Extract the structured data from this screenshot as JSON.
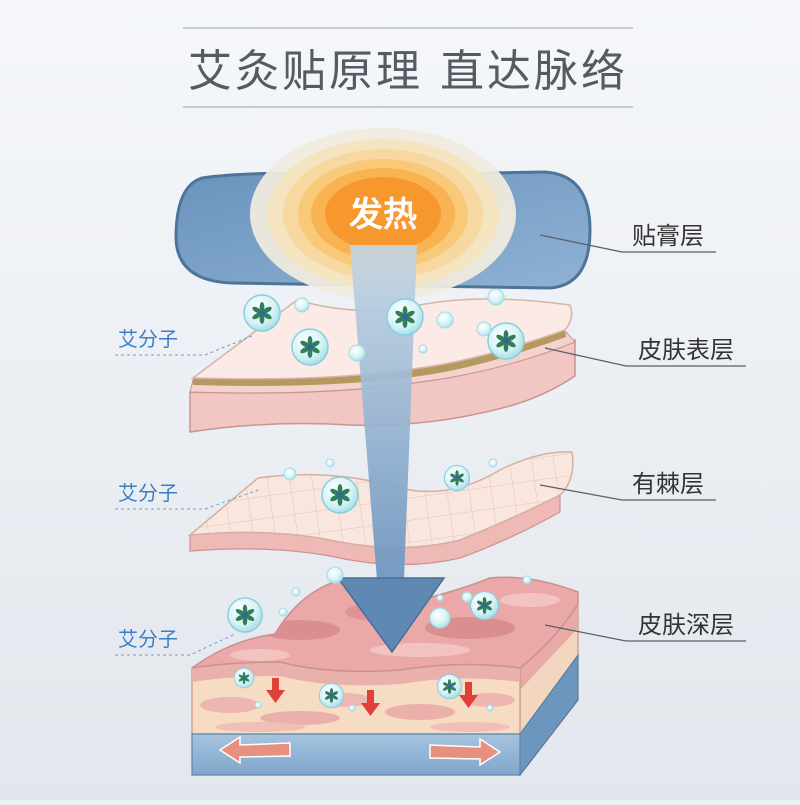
{
  "title": "艾灸贴原理 直达脉络",
  "heat_label": "发热",
  "layers": [
    {
      "label": "贴膏层"
    },
    {
      "label": "皮肤表层"
    },
    {
      "label": "有棘层"
    },
    {
      "label": "皮肤深层"
    }
  ],
  "molecule_labels": [
    "艾分子",
    "艾分子",
    "艾分子"
  ],
  "colors": {
    "patch": "#7ea5cb",
    "heat_core": "#f48a23",
    "arrow": "#5f88b3",
    "molecule_label": "#3b7fc4",
    "blood_arrow": "#e0403a"
  }
}
